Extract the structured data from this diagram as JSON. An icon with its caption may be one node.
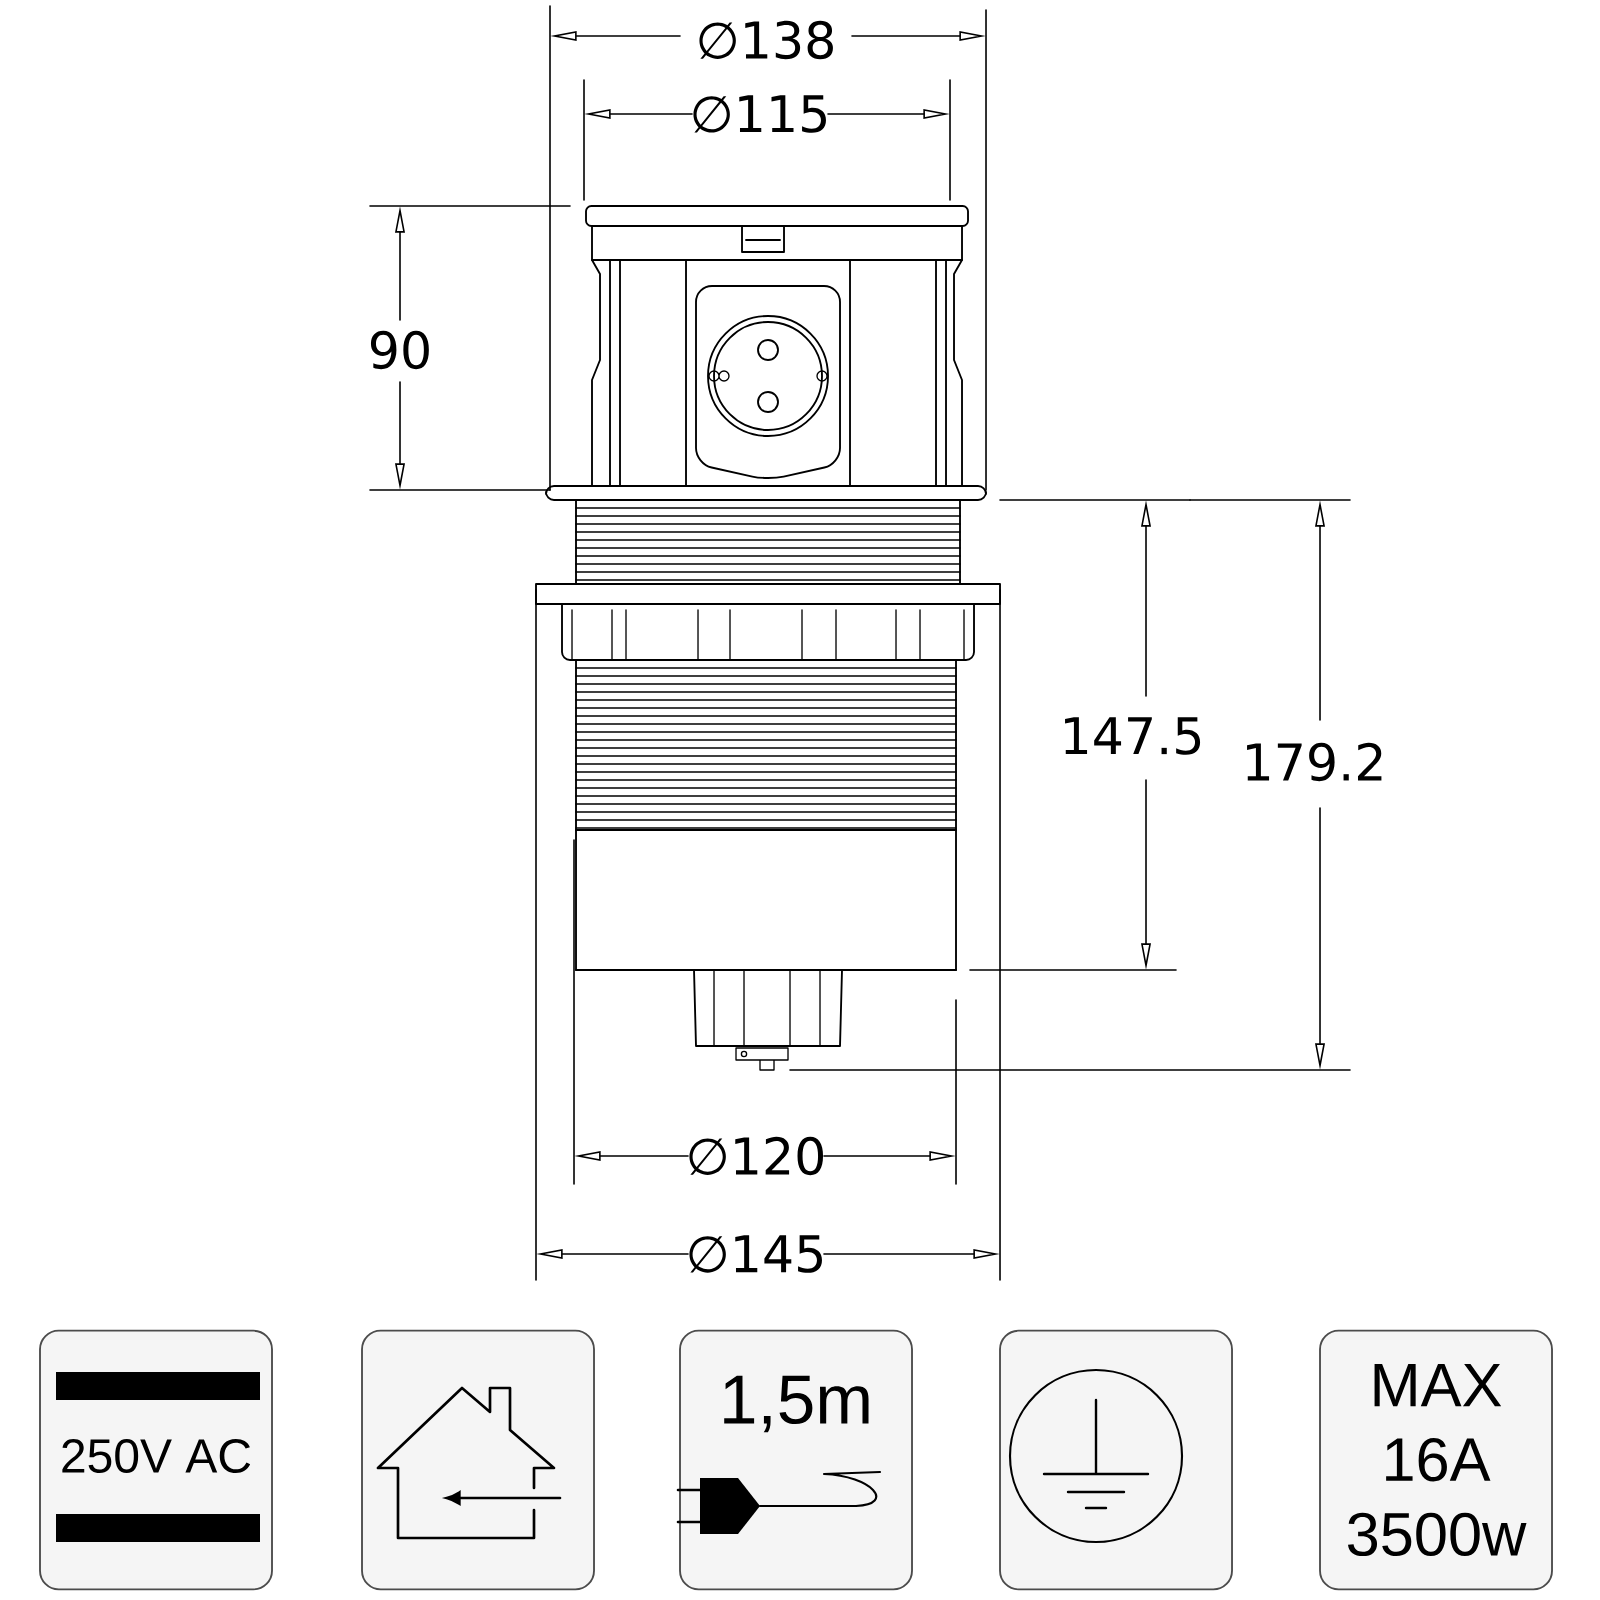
{
  "diagram": {
    "nodes": [
      {
        "text": [
          "250V AC"
        ]
      },
      {
        "text": [],
        "shape": "box"
      },
      {
        "text": [
          "1,5m"
        ]
      },
      {
        "text": [],
        "shape": "box"
      },
      {
        "text": [
          "MAX 16A 3500w"
        ]
      }
    ],
    "labels": [
      "∅138",
      "∅115",
      "90",
      "147.5",
      "179.2",
      "∅120",
      "∅145"
    ]
  }
}
